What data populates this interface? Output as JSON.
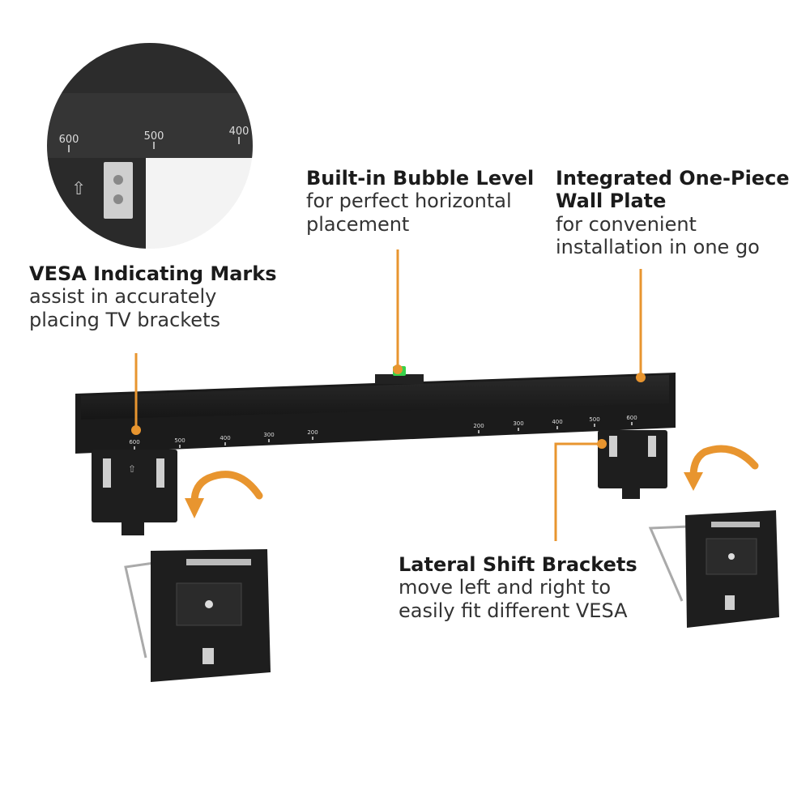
{
  "callouts": {
    "vesa": {
      "title": "VESA Indicating Marks",
      "line1": "assist in accurately",
      "line2": "placing TV brackets"
    },
    "level": {
      "title": "Built-in Bubble Level",
      "line1": "for perfect horizontal",
      "line2": "placement"
    },
    "plate": {
      "title_line1": "Integrated One-Piece",
      "title_line2": "Wall Plate",
      "line1": "for convenient",
      "line2": "installation in one go"
    },
    "shift": {
      "title": "Lateral Shift Brackets",
      "line1": "move left and right to",
      "line2": "easily fit different VESA"
    }
  },
  "zoom_marks": [
    "600",
    "500",
    "400"
  ],
  "left_marks": [
    "600",
    "500",
    "400",
    "300",
    "200"
  ],
  "right_marks": [
    "200",
    "300",
    "400",
    "500",
    "600"
  ],
  "colors": {
    "accent": "#E8952F",
    "bubble": "#37D24A",
    "plate": "#1c1c1c"
  }
}
